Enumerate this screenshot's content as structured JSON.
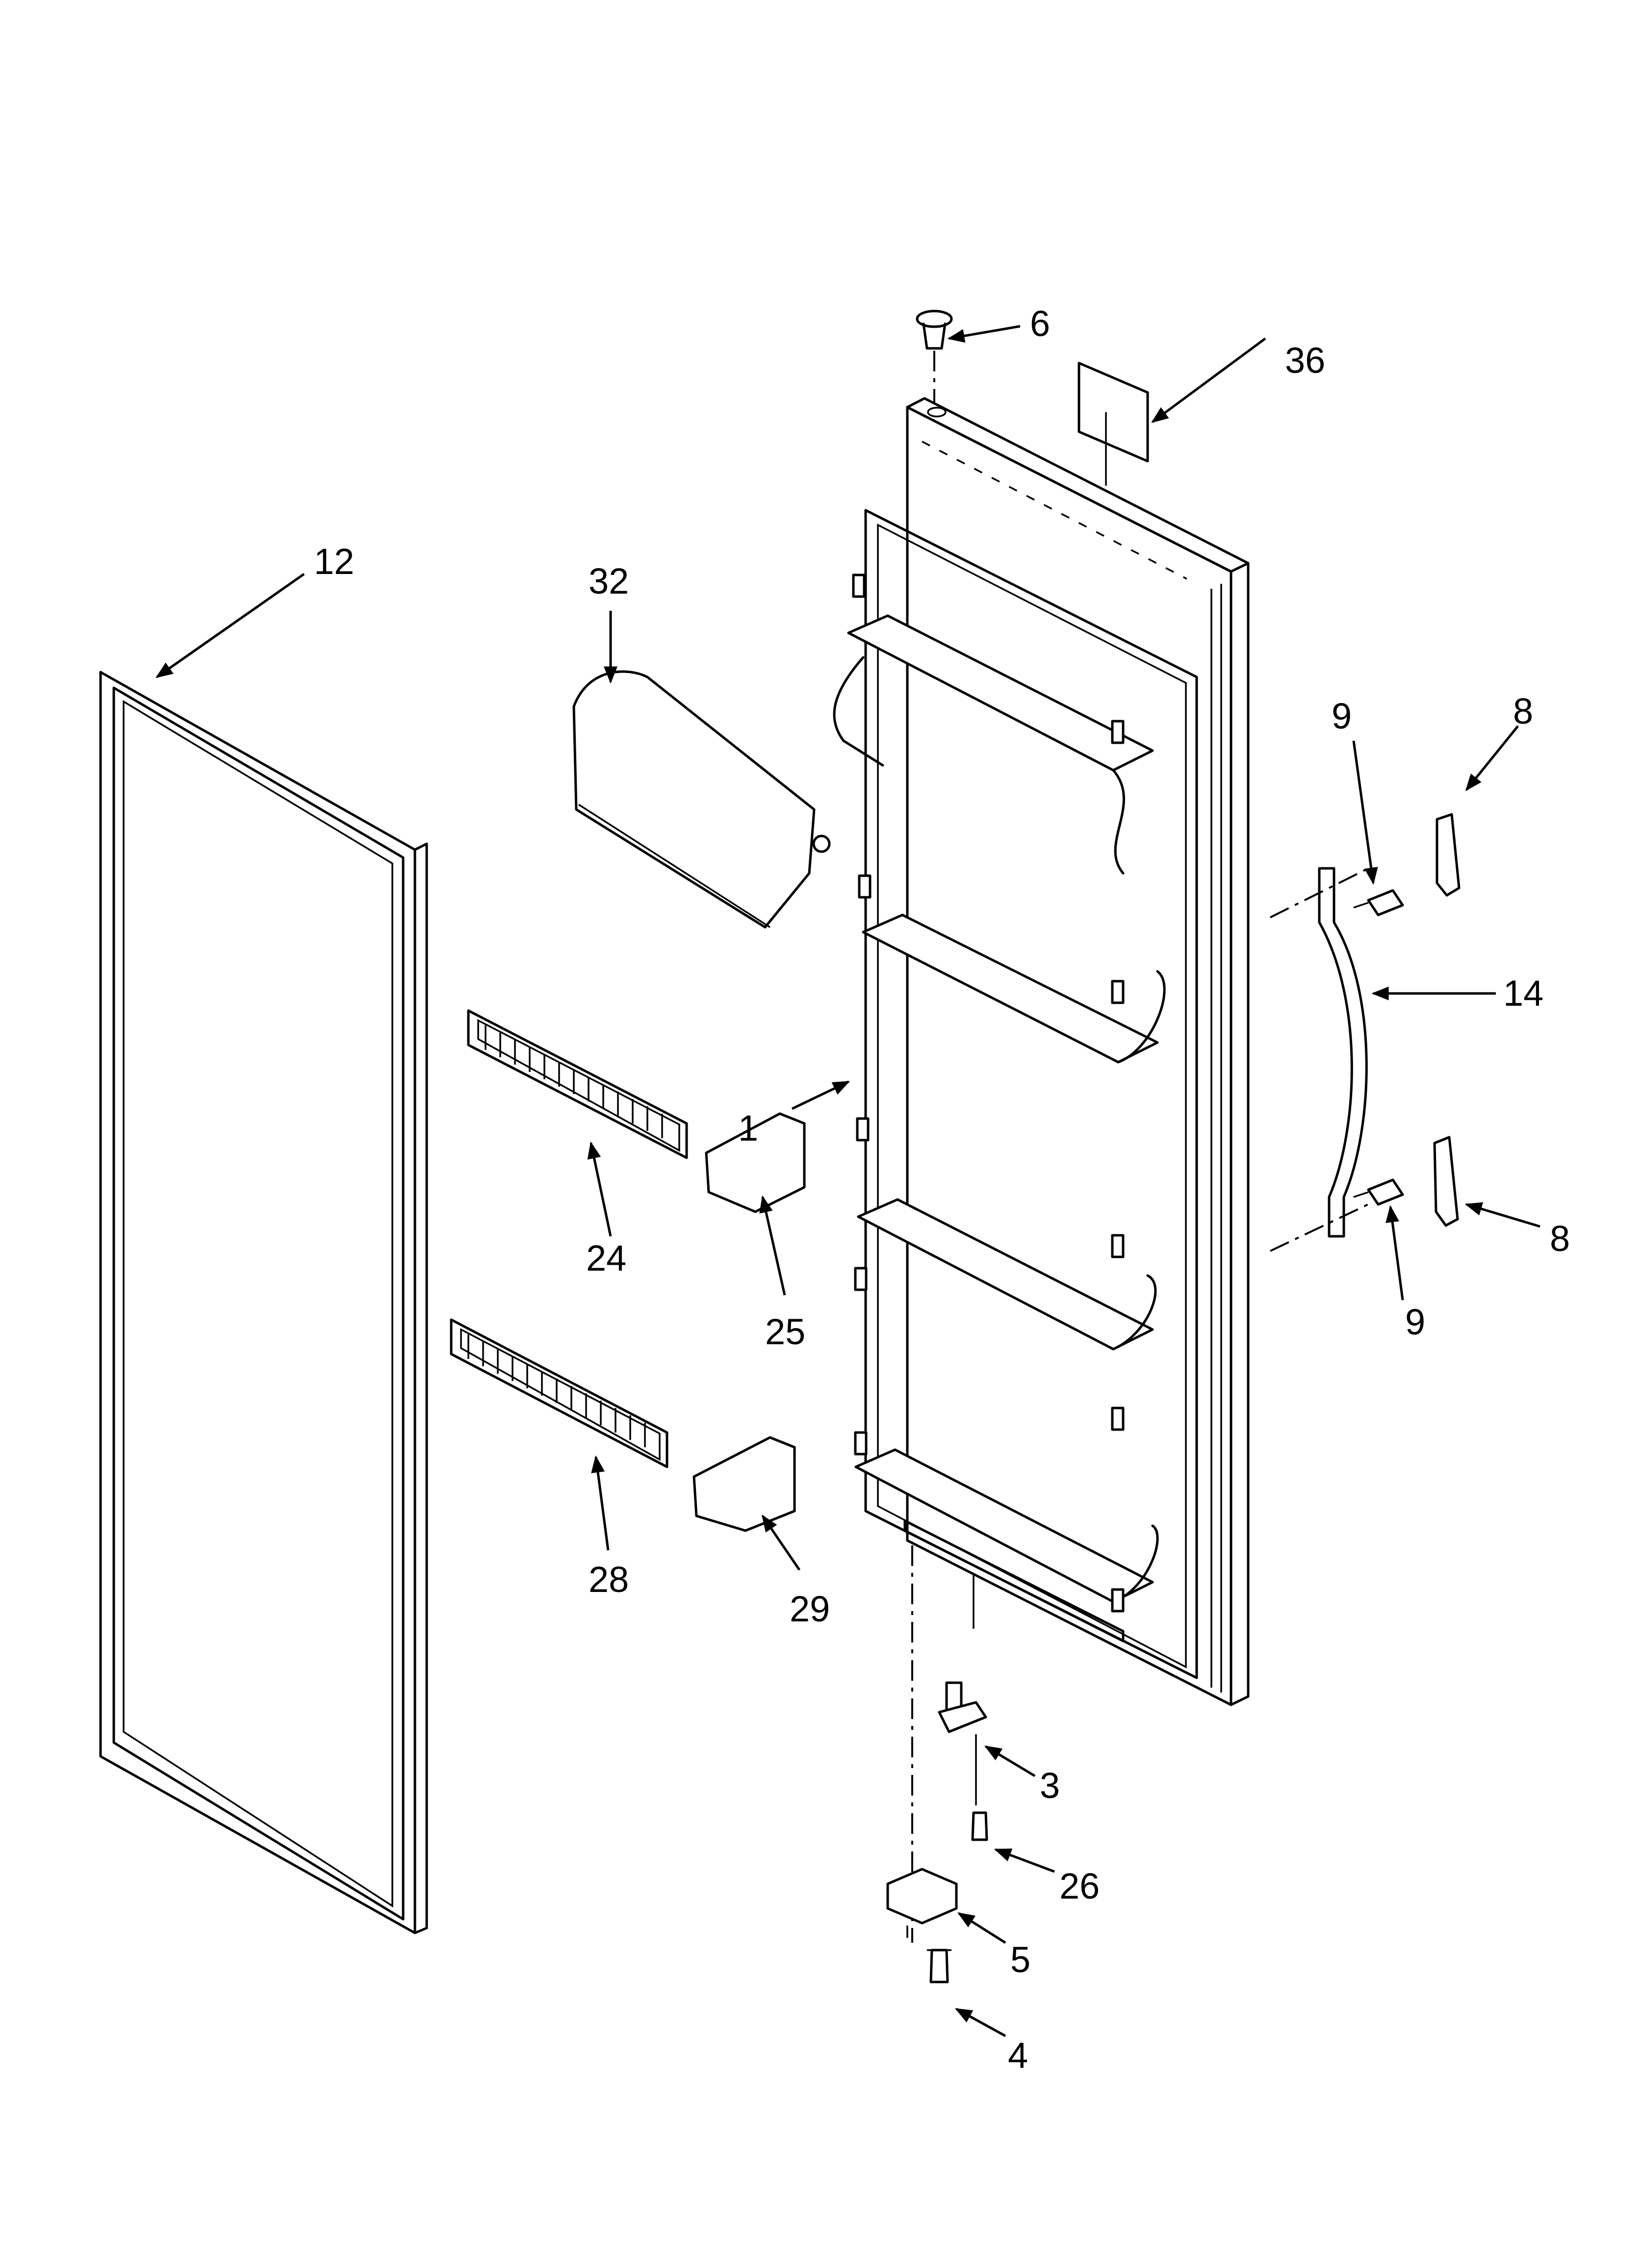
{
  "callouts": {
    "p1": "1",
    "p3": "3",
    "p4": "4",
    "p5": "5",
    "p6": "6",
    "p8a": "8",
    "p8b": "8",
    "p9a": "9",
    "p9b": "9",
    "p12": "12",
    "p14": "14",
    "p24": "24",
    "p25": "25",
    "p26": "26",
    "p28": "28",
    "p29": "29",
    "p32": "32",
    "p36": "36"
  }
}
